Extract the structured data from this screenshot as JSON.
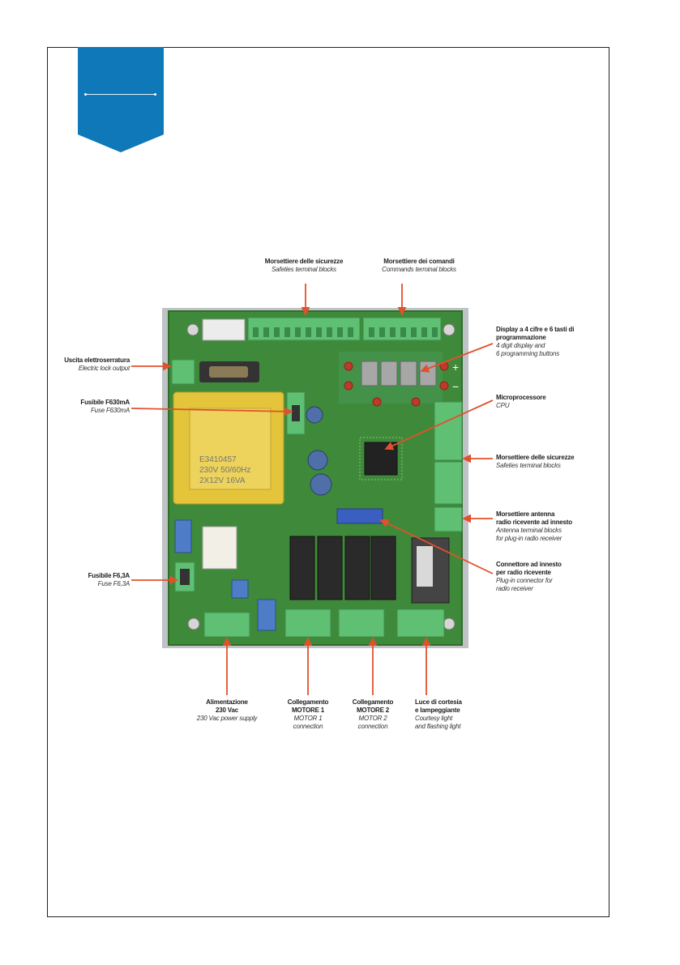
{
  "board": {
    "transformer_text": [
      "E3410457",
      "230V 50/60Hz",
      "2X12V 16VA"
    ],
    "minus_sign": "−",
    "plus_sign": "+"
  },
  "labels": {
    "top_safety": {
      "it": "Morsettiere delle sicurezze",
      "en": "Safeties terminal blocks"
    },
    "top_commands": {
      "it": "Morsettiere dei comandi",
      "en": "Commands terminal blocks"
    },
    "display": {
      "it1": "Display a 4 cifre e 6 tasti di",
      "it2": "programmazione",
      "en1": "4 digit display and",
      "en2": "6 programming buttons"
    },
    "cpu": {
      "it": "Microprocessore",
      "en": "CPU"
    },
    "right_safety": {
      "it": "Morsettiere delle sicurezze",
      "en": "Safeties terminal blocks"
    },
    "antenna": {
      "it1": "Morsettiere antenna",
      "it2": "radio ricevente ad innesto",
      "en1": "Antenna terminal blocks",
      "en2": "for plug-in radio receiver"
    },
    "connector": {
      "it1": "Connettore ad innesto",
      "it2": "per radio ricevente",
      "en1": "Plug-in connector for",
      "en2": "radio receiver"
    },
    "lock": {
      "it": "Uscita elettroserratura",
      "en": "Electric lock output"
    },
    "fuse1": {
      "it": "Fusibile F630mA",
      "en": "Fuse F630mA"
    },
    "fuse2": {
      "it": "Fusibile F6,3A",
      "en": "Fuse F6,3A"
    },
    "power": {
      "it1": "Alimentazione",
      "it2": "230 Vac",
      "en": "230 Vac power supply"
    },
    "motor1": {
      "it1": "Collegamento",
      "it2": "MOTORE 1",
      "en1": "MOTOR 1",
      "en2": "connection"
    },
    "motor2": {
      "it1": "Collegamento",
      "it2": "MOTORE 2",
      "en1": "MOTOR 2",
      "en2": "connection"
    },
    "light": {
      "it1": "Luce di cortesia",
      "it2": "e lampeggiante",
      "en1": "Courtesy light",
      "en2": "and flashing light"
    }
  },
  "colors": {
    "ribbon": "#0e78b8",
    "arrow": "#e2502c",
    "pcb": "#3f8a3a",
    "terminal": "#5fbf73"
  }
}
